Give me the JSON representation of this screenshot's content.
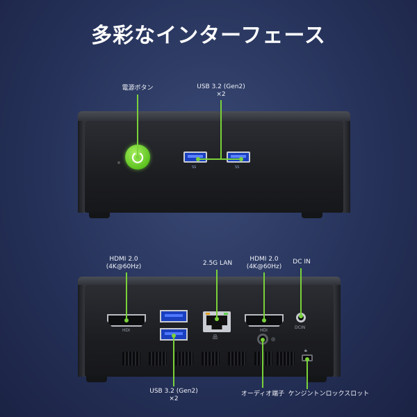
{
  "title": "多彩なインターフェース",
  "front": {
    "power_label": "電源ボタン",
    "usb_label_line1": "USB 3.2 (Gen2)",
    "usb_label_line2": "×2",
    "usb_port_mark": "SS"
  },
  "back": {
    "hdmi1_line1": "HDMI 2.0",
    "hdmi1_line2": "(4K@60Hz)",
    "lan_label": "2.5G LAN",
    "hdmi2_line1": "HDMI 2.0",
    "hdmi2_line2": "(4K@60Hz)",
    "dc_label": "DC IN",
    "dc_mark": "DCIN",
    "hdmi_mark": "HDI",
    "usb_line1": "USB 3.2 (Gen2)",
    "usb_line2": "×2",
    "audio_label": "オーディオ端子",
    "lock_label": "ケンジントンロックスロット"
  },
  "colors": {
    "accent": "#7ad23a",
    "usb_blue": "#1a3fbf",
    "background": "#26325a"
  }
}
